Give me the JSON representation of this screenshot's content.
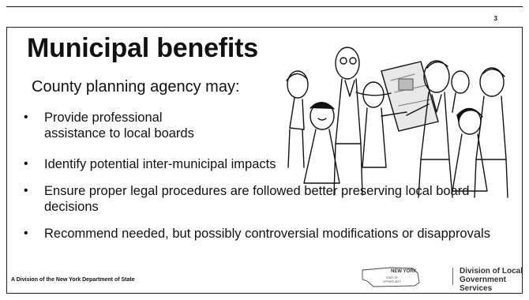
{
  "slide_number": "3",
  "title": "Municipal benefits",
  "intro": "County planning agency may:",
  "bullets": [
    "Provide professional assistance to local boards",
    "Identify potential inter-municipal impacts",
    "Ensure proper legal procedures are followed better preserving local board decisions",
    "Recommend needed, but possibly controversial modifications or disapprovals"
  ],
  "footer": {
    "left_text": "A Division of the New York Department of State",
    "logo": {
      "state_name": "NEW YORK",
      "state_tagline": [
        "STATE OF",
        "OPPORTUNITY"
      ],
      "division_line1": "Division of Local",
      "division_line2": "Government Services"
    }
  },
  "illustration": {
    "icon": "cartoon-planners-meeting-illustration"
  },
  "colors": {
    "text": "#111111",
    "logo_text": "#333333"
  }
}
